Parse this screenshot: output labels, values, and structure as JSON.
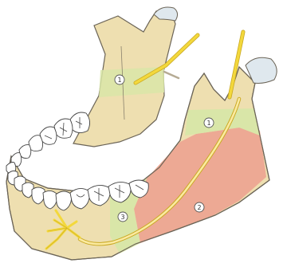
{
  "diagram": {
    "colors": {
      "bone": "#eedfb0",
      "bone_outline": "#6b6457",
      "zone_green": "#d9e6a8",
      "zone_red": "#eda994",
      "nerve": "#f3d83c",
      "nerve_outline": "#c9a821",
      "condyle_cap": "#dfe8ee"
    },
    "labels": [
      {
        "id": "left-ramus-zone",
        "text": "1"
      },
      {
        "id": "right-ramus-zone",
        "text": "1"
      },
      {
        "id": "right-angle-zone",
        "text": "2"
      },
      {
        "id": "molar-zone",
        "text": "3"
      }
    ]
  }
}
